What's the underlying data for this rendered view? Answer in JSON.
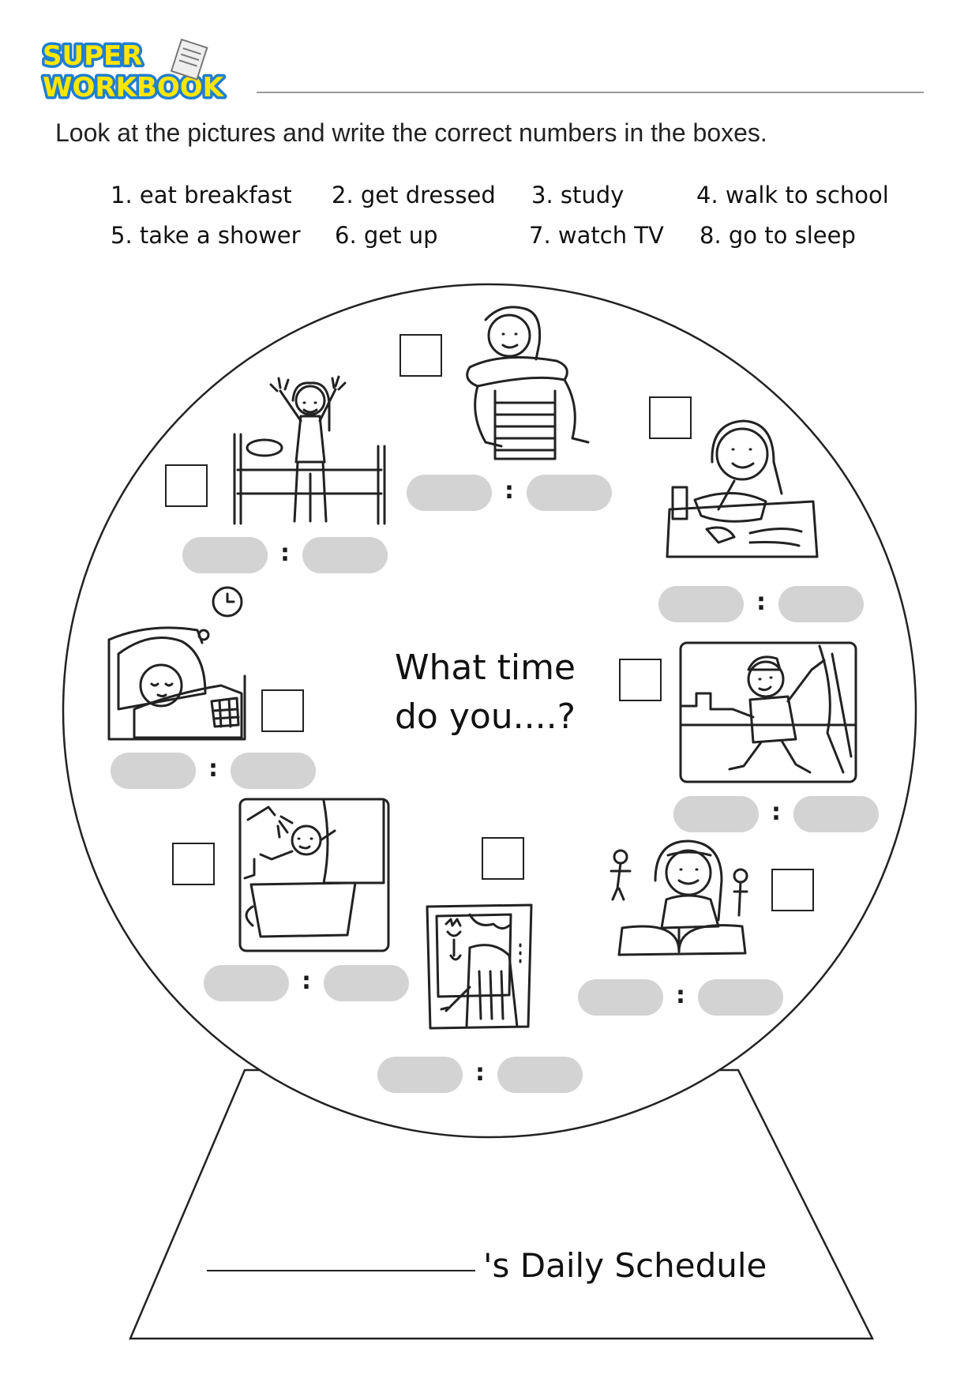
{
  "logo": {
    "line1": "SUPER",
    "line2": "WORKBOOK"
  },
  "instruction": "Look at the pictures and write the correct numbers in the boxes.",
  "options": [
    "1. eat breakfast",
    "2. get dressed",
    "3. study",
    "4. walk to school",
    "5. take a shower",
    "6. get up",
    "7. watch TV",
    "8. go to sleep"
  ],
  "time_separator": ":",
  "center_question": {
    "line1": "What time",
    "line2": "do you....?"
  },
  "footer": {
    "schedule_label": "'s Daily Schedule"
  },
  "pictures": [
    {
      "icon": "get-up-icon"
    },
    {
      "icon": "get-dressed-icon"
    },
    {
      "icon": "eat-breakfast-icon"
    },
    {
      "icon": "go-to-sleep-icon"
    },
    {
      "icon": "walk-to-school-icon"
    },
    {
      "icon": "take-a-shower-icon"
    },
    {
      "icon": "watch-tv-icon"
    },
    {
      "icon": "study-icon"
    }
  ],
  "colors": {
    "time_pill": "#d3d3d3",
    "logo_yellow": "#ffe600",
    "logo_blue": "#1f7fd0"
  }
}
